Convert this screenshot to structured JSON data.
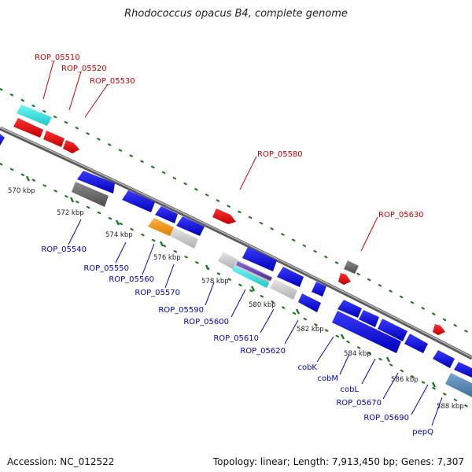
{
  "title": "Rhodococcus opacus B4, complete genome",
  "footer": {
    "accession": "Accession: NC_012522",
    "topology": "Topology: linear; Length: 7,913,450 bp; Genes: 7,307"
  },
  "colors": {
    "top_strand_label": "#cc0000",
    "bottom_strand_label": "#0000cc",
    "backbone": "#808080",
    "ruler": "#1e7d1e",
    "tick_label": "#222222"
  },
  "ruler_ticks": [
    {
      "label": "570 kbp"
    },
    {
      "label": "572 kbp"
    },
    {
      "label": "574 kbp"
    },
    {
      "label": "576 kbp"
    },
    {
      "label": "578 kbp"
    },
    {
      "label": "580 kbp"
    },
    {
      "label": "582 kbp"
    },
    {
      "label": "584 kbp"
    },
    {
      "label": "586 kbp"
    },
    {
      "label": "588 kbp"
    }
  ],
  "top_labels": [
    "ROP_05510",
    "ROP_05520",
    "ROP_05530",
    "ROP_05580",
    "ROP_05630"
  ],
  "bottom_labels": [
    "ROP_05540",
    "ROP_05550",
    "ROP_05560",
    "ROP_05570",
    "ROP_05590",
    "ROP_05600",
    "ROP_05610",
    "ROP_05620",
    "cobK",
    "cobM",
    "cobL",
    "ROP_05670",
    "ROP_05690",
    "pepQ"
  ]
}
